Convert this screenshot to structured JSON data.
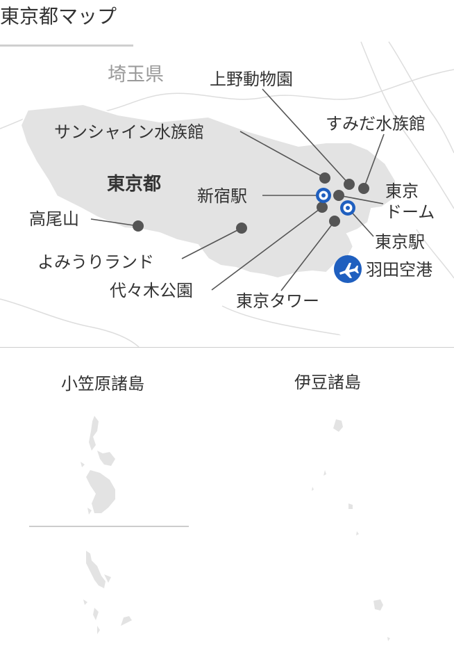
{
  "title": "東京都マップ",
  "colors": {
    "land": "#e3e3e3",
    "outline": "#d9d9d9",
    "dot": "#555555",
    "station_ring": "#1f5fbf",
    "airport": "#1f5fbf",
    "leader": "#555555",
    "grey_text": "#9a9a9a"
  },
  "map": {
    "prefecture_label": "埼玉県",
    "region_label": "東京都",
    "places": [
      {
        "id": "ueno-zoo",
        "label": "上野動物園",
        "kind": "spot"
      },
      {
        "id": "sumida-aquarium",
        "label": "すみだ水族館",
        "kind": "spot"
      },
      {
        "id": "sunshine-aquarium",
        "label": "サンシャイン水族館",
        "kind": "spot"
      },
      {
        "id": "shinjuku-station",
        "label": "新宿駅",
        "kind": "station"
      },
      {
        "id": "tokyo-dome",
        "label_line1": "東京",
        "label_line2": "ドーム",
        "kind": "spot"
      },
      {
        "id": "takao-san",
        "label": "高尾山",
        "kind": "spot"
      },
      {
        "id": "tokyo-station",
        "label": "東京駅",
        "kind": "station"
      },
      {
        "id": "yomiuri-land",
        "label": "よみうりランド",
        "kind": "spot"
      },
      {
        "id": "haneda-airport",
        "label": "羽田空港",
        "kind": "airport",
        "icon": "airplane-icon"
      },
      {
        "id": "yoyogi-park",
        "label": "代々木公園",
        "kind": "spot"
      },
      {
        "id": "tokyo-tower",
        "label": "東京タワー",
        "kind": "spot"
      }
    ]
  },
  "islands": {
    "ogasawara_label": "小笠原諸島",
    "izu_label": "伊豆諸島"
  }
}
